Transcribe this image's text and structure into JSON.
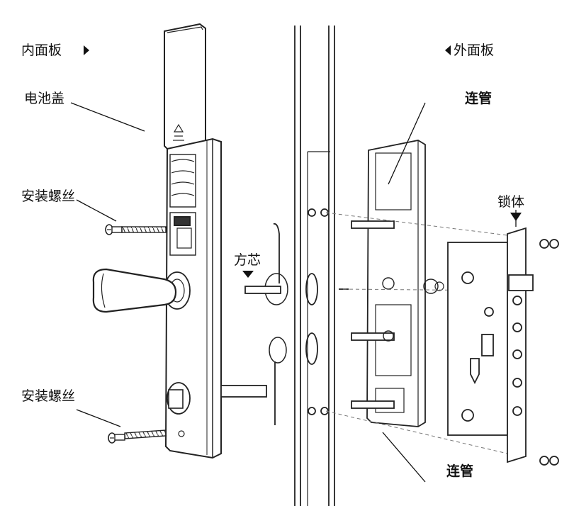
{
  "labels": {
    "inner_panel": "内面板",
    "outer_panel": "外面板",
    "battery_cover": "电池盖",
    "screw_top": "安装螺丝",
    "screw_bottom": "安装螺丝",
    "tube_top": "连管",
    "tube_bottom": "连管",
    "spindle": "方芯",
    "lock_body": "锁体"
  }
}
